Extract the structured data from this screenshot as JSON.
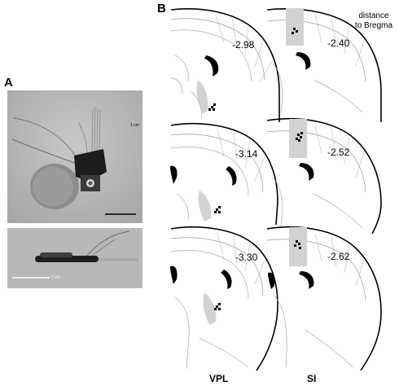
{
  "panel_a": {
    "letter": "A",
    "scale_bar_top": "1 cm",
    "scale_bar_bottom": "1 cm"
  },
  "panel_b": {
    "letter": "B",
    "legend_line1": "distance",
    "legend_line2": "to Bregma",
    "vpl_label": "VPL",
    "si_label": "SI",
    "vpl_distances": [
      "-2.98",
      "-3.14",
      "-3.30"
    ],
    "si_distances": [
      "-2.40",
      "-2.52",
      "-2.62"
    ]
  }
}
